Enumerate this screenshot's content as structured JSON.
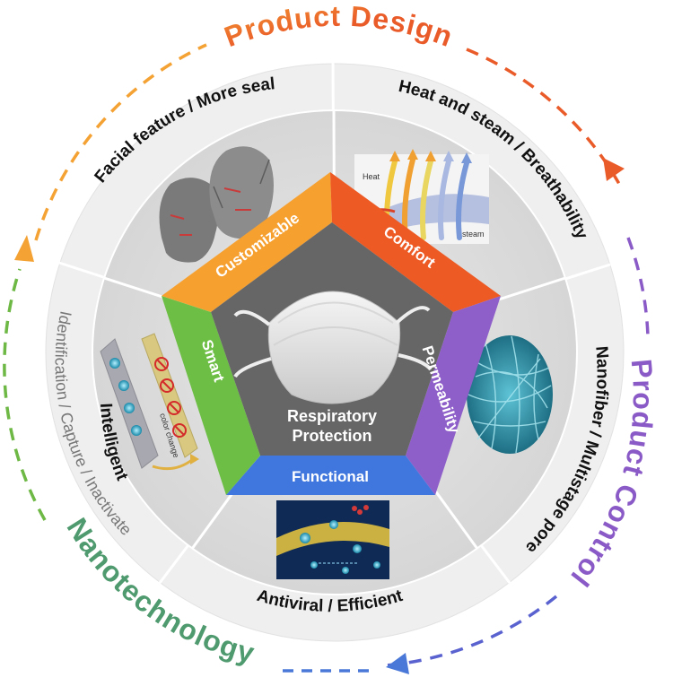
{
  "outer_ring": {
    "product_design": "Product Design",
    "product_control": "Product Control",
    "nanotechnology": "Nanotechnology"
  },
  "segments": {
    "seal": "Facial feature /  More seal",
    "breathability": "Heat and steam / Breathability",
    "pore": "Nanofiber / Multistage pore",
    "antiviral": "Antiviral / Efficient",
    "intelligent": "Intelligent",
    "identification": "Identification / Capture / Inactivate"
  },
  "pentagon": {
    "customizable": "Customizable",
    "comfort": "Comfort",
    "permeability": "Permeability",
    "functional": "Functional",
    "smart": "Smart"
  },
  "center": {
    "line1": "Respiratory",
    "line2": "Protection"
  },
  "image_labels": {
    "heat": "Heat",
    "steam": "steam",
    "color_change": "color change"
  },
  "colors": {
    "orange": "#F4A233",
    "red_orange": "#EA5B2A",
    "purple": "#8A5BC6",
    "blue": "#4A78D8",
    "green": "#6EB845",
    "pent_customizable": "#F6A030",
    "pent_comfort": "#EE5A24",
    "pent_permeability": "#8E5FC9",
    "pent_functional": "#3F77DE",
    "pent_smart": "#6DBE45"
  }
}
